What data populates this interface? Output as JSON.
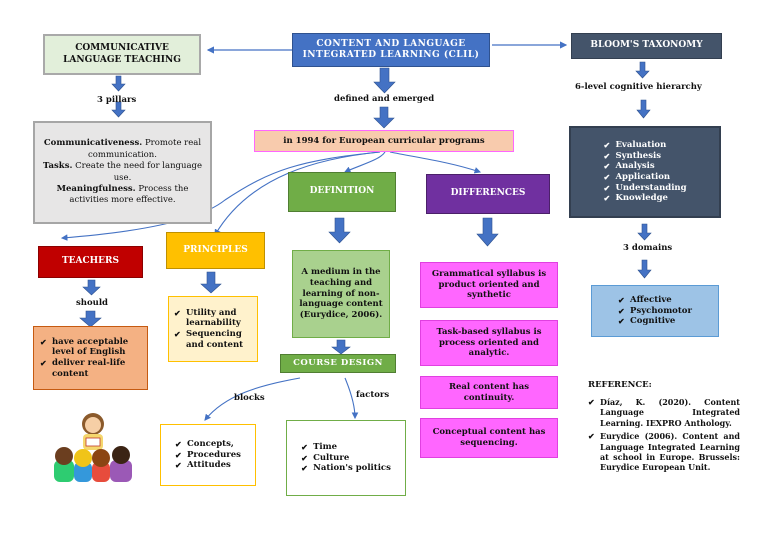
{
  "top": {
    "clt_title": "COMMUNICATIVE LANGUAGE TEACHING",
    "clil_title": "CONTENT AND LANGUAGE INTEGRATED LEARNING (CLIL)",
    "bloom_title": "BLOOM'S TAXONOMY"
  },
  "labels": {
    "three_pillars": "3 pillars",
    "defined": "defined and emerged",
    "cognitive": "6-level cognitive hierarchy",
    "three_domains": "3 domains",
    "should": "should",
    "blocks": "blocks",
    "factors": "factors"
  },
  "pillars": [
    {
      "term": "Communicativeness.",
      "text": " Promote real communication."
    },
    {
      "term": "Tasks.",
      "text": " Create the need for language use."
    },
    {
      "term": "Meaningfulness.",
      "text": " Process the activities more effective."
    }
  ],
  "year_box": "in 1994 for European curricular programs",
  "definition": {
    "title": "DEFINITION",
    "text": "A medium in the teaching and learning of non-language content (Eurydice, 2006)."
  },
  "differences": {
    "title": "DIFFERENCES",
    "items": [
      "Grammatical syllabus is product oriented and synthetic",
      "Task-based syllabus is process oriented and analytic.",
      "Real content has continuity.",
      "Conceptual content has sequencing."
    ]
  },
  "teachers": {
    "title": "TEACHERS",
    "items": [
      "have acceptable level of English",
      "deliver real-life content"
    ]
  },
  "principles": {
    "title": "PRINCIPLES",
    "items": [
      "Utility and learnability",
      "Sequencing and content"
    ]
  },
  "course_design": {
    "title": "COURSE DESIGN",
    "blocks": [
      "Concepts,",
      "Procedures",
      "Attitudes"
    ],
    "factors": [
      "Time",
      "Culture",
      "Nation's politics"
    ]
  },
  "bloom": {
    "levels": [
      "Evaluation",
      "Synthesis",
      "Analysis",
      "Application",
      "Understanding",
      "Knowledge"
    ],
    "domains": [
      "Affective",
      "Psychomotor",
      "Cognitive"
    ]
  },
  "reference": {
    "title": "REFERENCE:",
    "items": [
      "Díaz, K. (2020). Content Language Integrated Learning. IEXPRO Anthology.",
      "Eurydice (2006). Content and Language Integrated Learning at school in Europe. Brussels: Eurydice European Unit."
    ]
  },
  "colors": {
    "blue_arrow": "#4472c4",
    "clil_bg": "#4472c4",
    "bloom_bg": "#44546a",
    "definition_bg": "#70ad47",
    "differences_bg": "#7030a0",
    "teachers_bg": "#c00000",
    "principles_bg": "#ffc000",
    "pink": "#ff66ff",
    "salmon": "#f4b183",
    "light_green": "#a9d18e",
    "light_blue": "#9dc3e6"
  }
}
